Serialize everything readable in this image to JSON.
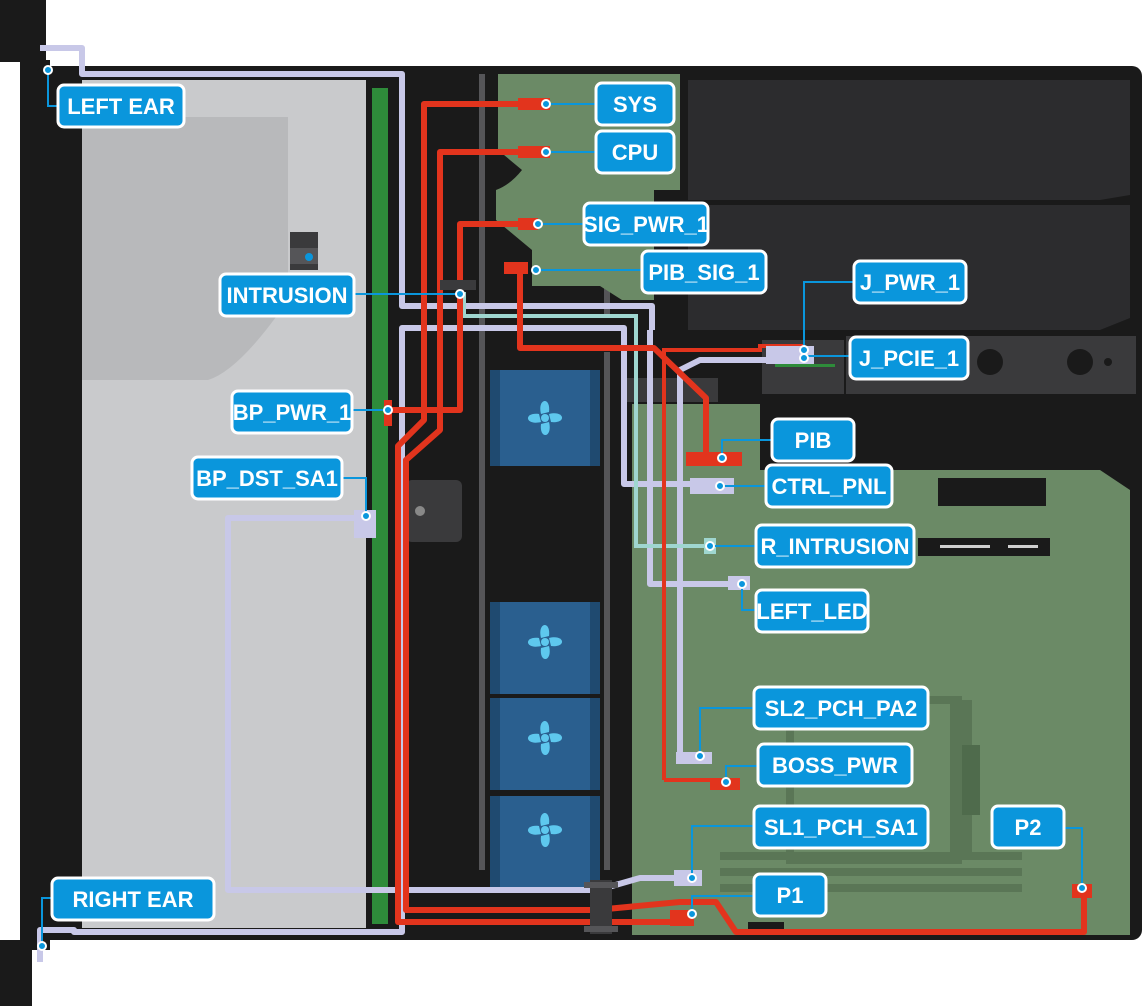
{
  "labels": {
    "left_ear": "LEFT EAR",
    "right_ear": "RIGHT EAR",
    "intrusion": "INTRUSION",
    "bp_pwr_1": "BP_PWR_1",
    "bp_dst_sa1": "BP_DST_SA1",
    "sys": "SYS",
    "cpu": "CPU",
    "sig_pwr_1": "SIG_PWR_1",
    "pib_sig_1": "PIB_SIG_1",
    "j_pwr_1": "J_PWR_1",
    "j_pcie_1": "J_PCIE_1",
    "pib": "PIB",
    "ctrl_pnl": "CTRL_PNL",
    "r_intrusion": "R_INTRUSION",
    "left_led": "LEFT_LED",
    "sl2_pch_pa2": "SL2_PCH_PA2",
    "boss_pwr": "BOSS_PWR",
    "sl1_pch_sa1": "SL1_PCH_SA1",
    "p1": "P1",
    "p2": "P2"
  },
  "colors": {
    "chassis": "#1a1a1a",
    "drive_bay": "#c9cacc",
    "backplane": "#2e8b3a",
    "motherboard": "#6b8a66",
    "fan": "#2a5f8f",
    "power_cable": "#e2341d",
    "signal_cable": "#c8c8e8",
    "intrusion_cable": "#9fd6d0",
    "label": "#0a96dc"
  },
  "icons": {
    "fan": "fan-icon",
    "intrusion_switch": "intrusion-switch-icon"
  }
}
